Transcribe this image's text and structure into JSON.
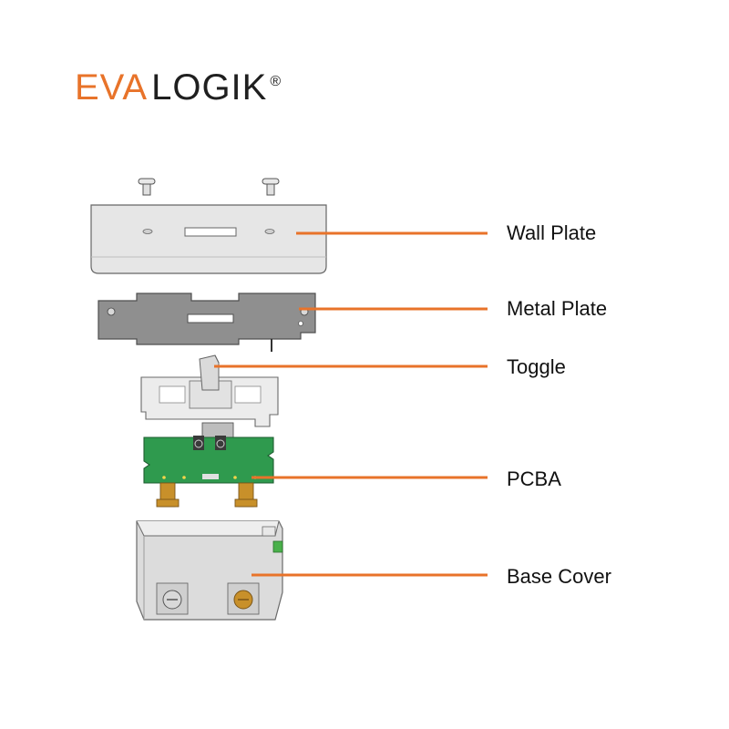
{
  "brand": {
    "part1": "EVA",
    "part2": "LOGIK",
    "mark": "®",
    "accent_color": "#e8732a",
    "text_color": "#1f1f1f"
  },
  "leader_color": "#e8732a",
  "labels": [
    {
      "id": "wall-plate",
      "text": "Wall Plate"
    },
    {
      "id": "metal-plate",
      "text": "Metal Plate"
    },
    {
      "id": "toggle",
      "text": "Toggle"
    },
    {
      "id": "pcba",
      "text": "PCBA"
    },
    {
      "id": "base-cover",
      "text": "Base Cover"
    }
  ],
  "colors": {
    "wall_plate": "#e6e6e6",
    "metal_plate": "#8f8f8f",
    "pcb": "#2f9a4e",
    "terminal": "#c8902a",
    "base_cover": "#dcdcdc"
  }
}
